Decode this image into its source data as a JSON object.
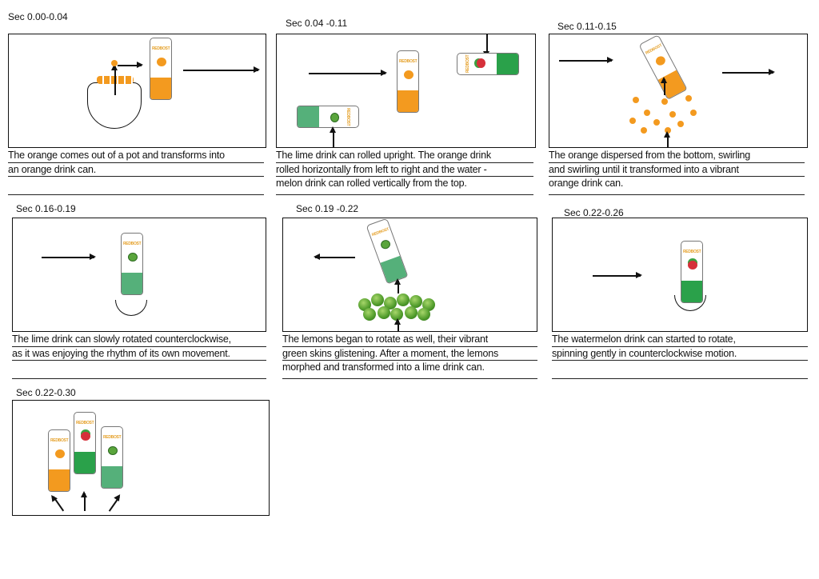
{
  "brand_logo": "REDBOST",
  "colors": {
    "orange": "#f39a1f",
    "lime": "#55b07a",
    "watermelon": "#2aa14a"
  },
  "scenes": [
    {
      "title": "Sec 0.00-0.04",
      "caption": [
        "The orange comes out of a pot and transforms into",
        "an orange drink can.",
        ""
      ]
    },
    {
      "title": "Sec 0.04 -0.11",
      "caption": [
        "The lime drink can rolled upright. The orange drink",
        "rolled horizontally from left to right and the water -",
        "melon drink can rolled vertically from the top."
      ]
    },
    {
      "title": "Sec 0.11-0.15",
      "caption": [
        " The orange dispersed from the bottom, swirling",
        "and swirling until it transformed into a vibrant",
        "orange drink can."
      ]
    },
    {
      "title": "Sec 0.16-0.19",
      "caption": [
        "The lime drink can slowly rotated counterclockwise,",
        "as it was enjoying the rhythm of its own movement.",
        ""
      ]
    },
    {
      "title": "Sec 0.19 -0.22",
      "caption": [
        "The lemons began to rotate as well, their vibrant",
        "green skins glistening. After a moment, the lemons",
        "morphed and transformed into a lime drink can."
      ]
    },
    {
      "title": "Sec 0.22-0.26",
      "caption": [
        "The watermelon drink can started to rotate,",
        "spinning gently in counterclockwise motion.",
        ""
      ]
    },
    {
      "title": "Sec 0.22-0.30",
      "caption": []
    }
  ]
}
